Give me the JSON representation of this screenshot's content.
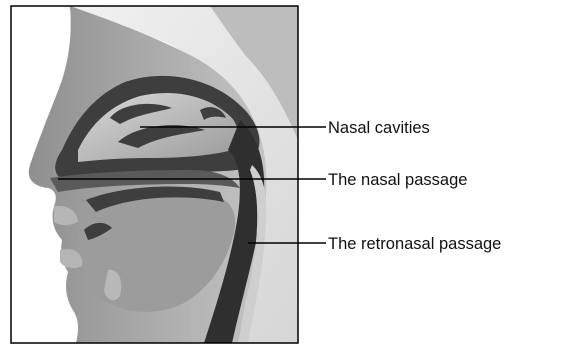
{
  "figure": {
    "labels": {
      "nasal_cavities": "Nasal cavities",
      "nasal_passage": "The nasal passage",
      "retronasal_passage": "The retronasal passage"
    },
    "colors": {
      "frame": "#000000",
      "light_gray": "#e6e6e6",
      "mid_gray": "#b3b3b3",
      "head_gray": "#a0a0a0",
      "dark_gray": "#595959",
      "passage_dark": "#3a3a3a",
      "leader_line": "#000000"
    }
  }
}
